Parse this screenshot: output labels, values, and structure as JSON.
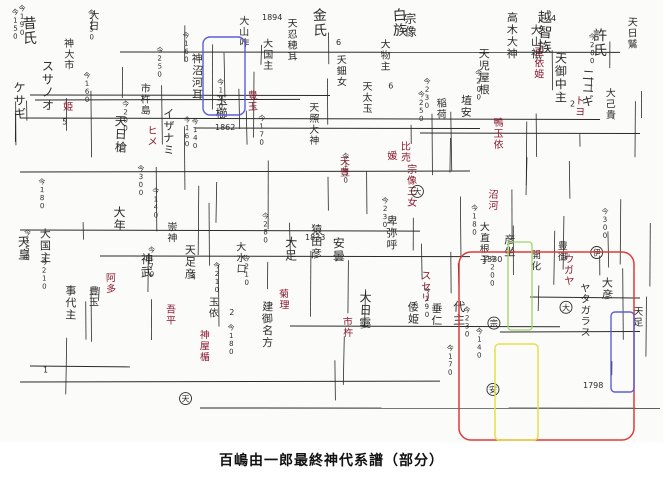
{
  "caption": "百嶋由一郎最終神代系譜（部分）",
  "figure": {
    "ink_color": "#2a2a2a",
    "red_ink_color": "#8b1a2e",
    "highlight_colors": {
      "blue": "#5a5fd6",
      "red": "#e03a3a",
      "yellow": "#e8e04a",
      "green": "#9ed46a"
    },
    "clan_labels": [
      "昔氏",
      "金氏",
      "白族",
      "越智族",
      "許氏"
    ],
    "black_names": [
      "ケサギ",
      "スサノオ",
      "神大市",
      "大日",
      "天日槍",
      "市杵島",
      "イザナミ",
      "神沼河耳",
      "玉櫛",
      "大山咋",
      "大国主",
      "天忍穂耳",
      "天照大神",
      "天鈿女",
      "天太玉",
      "大物主",
      "宗像",
      "稲荷",
      "埴安",
      "天児屋根",
      "高木大神",
      "大山祇",
      "天御中主",
      "二ニギ",
      "大己貴",
      "天日鷲",
      "天皇",
      "大国主",
      "事代主",
      "豊玉",
      "大年",
      "神武",
      "崇神",
      "天足彦",
      "玉依",
      "大水口",
      "建御名方",
      "大足",
      "猿田彦",
      "安曇",
      "大日孁",
      "卑弥呼",
      "倭姫",
      "垂仁",
      "代主",
      "大直根子",
      "彦坐",
      "開化",
      "豊御",
      "ヤタガラス",
      "大彦",
      "天足"
    ],
    "red_names": [
      "スセリ",
      "神屋楯",
      "ヒメ",
      "比売",
      "ウガヤ",
      "宗像三女",
      "トヨ",
      "姫",
      "媛",
      "天豊",
      "市杵",
      "玉依姫",
      "鴨玉依",
      "菊理",
      "吾平",
      "沼河",
      "豊玉",
      "阿多"
    ],
    "dates": [
      "1894",
      "1862",
      "1833",
      "1530",
      "1798"
    ],
    "nums": [
      "今210",
      "今170",
      "今230",
      "今180",
      "今190",
      "今250",
      "今150",
      "今140",
      "今200",
      "今160",
      "今300",
      "今280"
    ],
    "digits": [
      "2",
      "4",
      "6",
      "5",
      "6",
      "2",
      "4",
      "1"
    ],
    "circled_glyphs": [
      "大",
      "天",
      "安",
      "伊",
      "大",
      "宗"
    ]
  }
}
